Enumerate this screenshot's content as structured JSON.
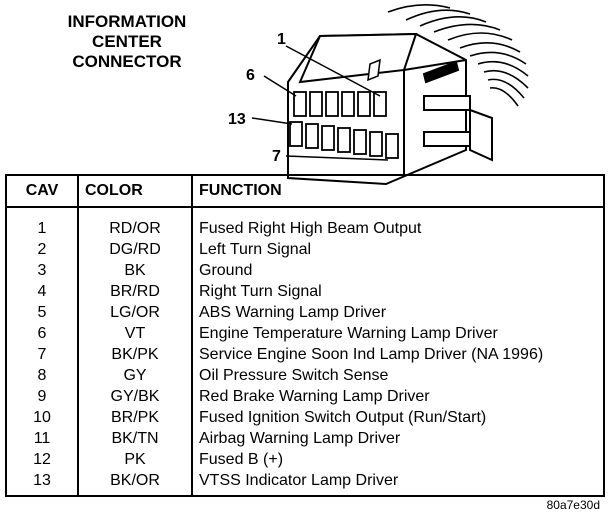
{
  "title": {
    "line1": "INFORMATION",
    "line2": "CENTER",
    "line3": "CONNECTOR"
  },
  "pin_labels": {
    "pin1": "1",
    "pin6": "6",
    "pin13": "13",
    "pin7": "7"
  },
  "table": {
    "headers": {
      "cav": "CAV",
      "color": "COLOR",
      "function": "FUNCTION"
    },
    "rows": [
      {
        "cav": "1",
        "color": "RD/OR",
        "function": "Fused Right High Beam Output"
      },
      {
        "cav": "2",
        "color": "DG/RD",
        "function": "Left Turn Signal"
      },
      {
        "cav": "3",
        "color": "BK",
        "function": "Ground"
      },
      {
        "cav": "4",
        "color": "BR/RD",
        "function": "Right Turn Signal"
      },
      {
        "cav": "5",
        "color": "LG/OR",
        "function": "ABS Warning Lamp Driver"
      },
      {
        "cav": "6",
        "color": "VT",
        "function": "Engine Temperature Warning Lamp Driver"
      },
      {
        "cav": "7",
        "color": "BK/PK",
        "function": "Service Engine Soon Ind Lamp Driver (NA 1996)"
      },
      {
        "cav": "8",
        "color": "GY",
        "function": "Oil Pressure Switch Sense"
      },
      {
        "cav": "9",
        "color": "GY/BK",
        "function": "Red Brake Warning Lamp Driver"
      },
      {
        "cav": "10",
        "color": "BR/PK",
        "function": "Fused Ignition Switch Output (Run/Start)"
      },
      {
        "cav": "11",
        "color": "BK/TN",
        "function": "Airbag Warning Lamp Driver"
      },
      {
        "cav": "12",
        "color": "PK",
        "function": "Fused B (+)"
      },
      {
        "cav": "13",
        "color": "BK/OR",
        "function": "VTSS Indicator Lamp Driver"
      }
    ]
  },
  "figure_code": "80a7e30d"
}
